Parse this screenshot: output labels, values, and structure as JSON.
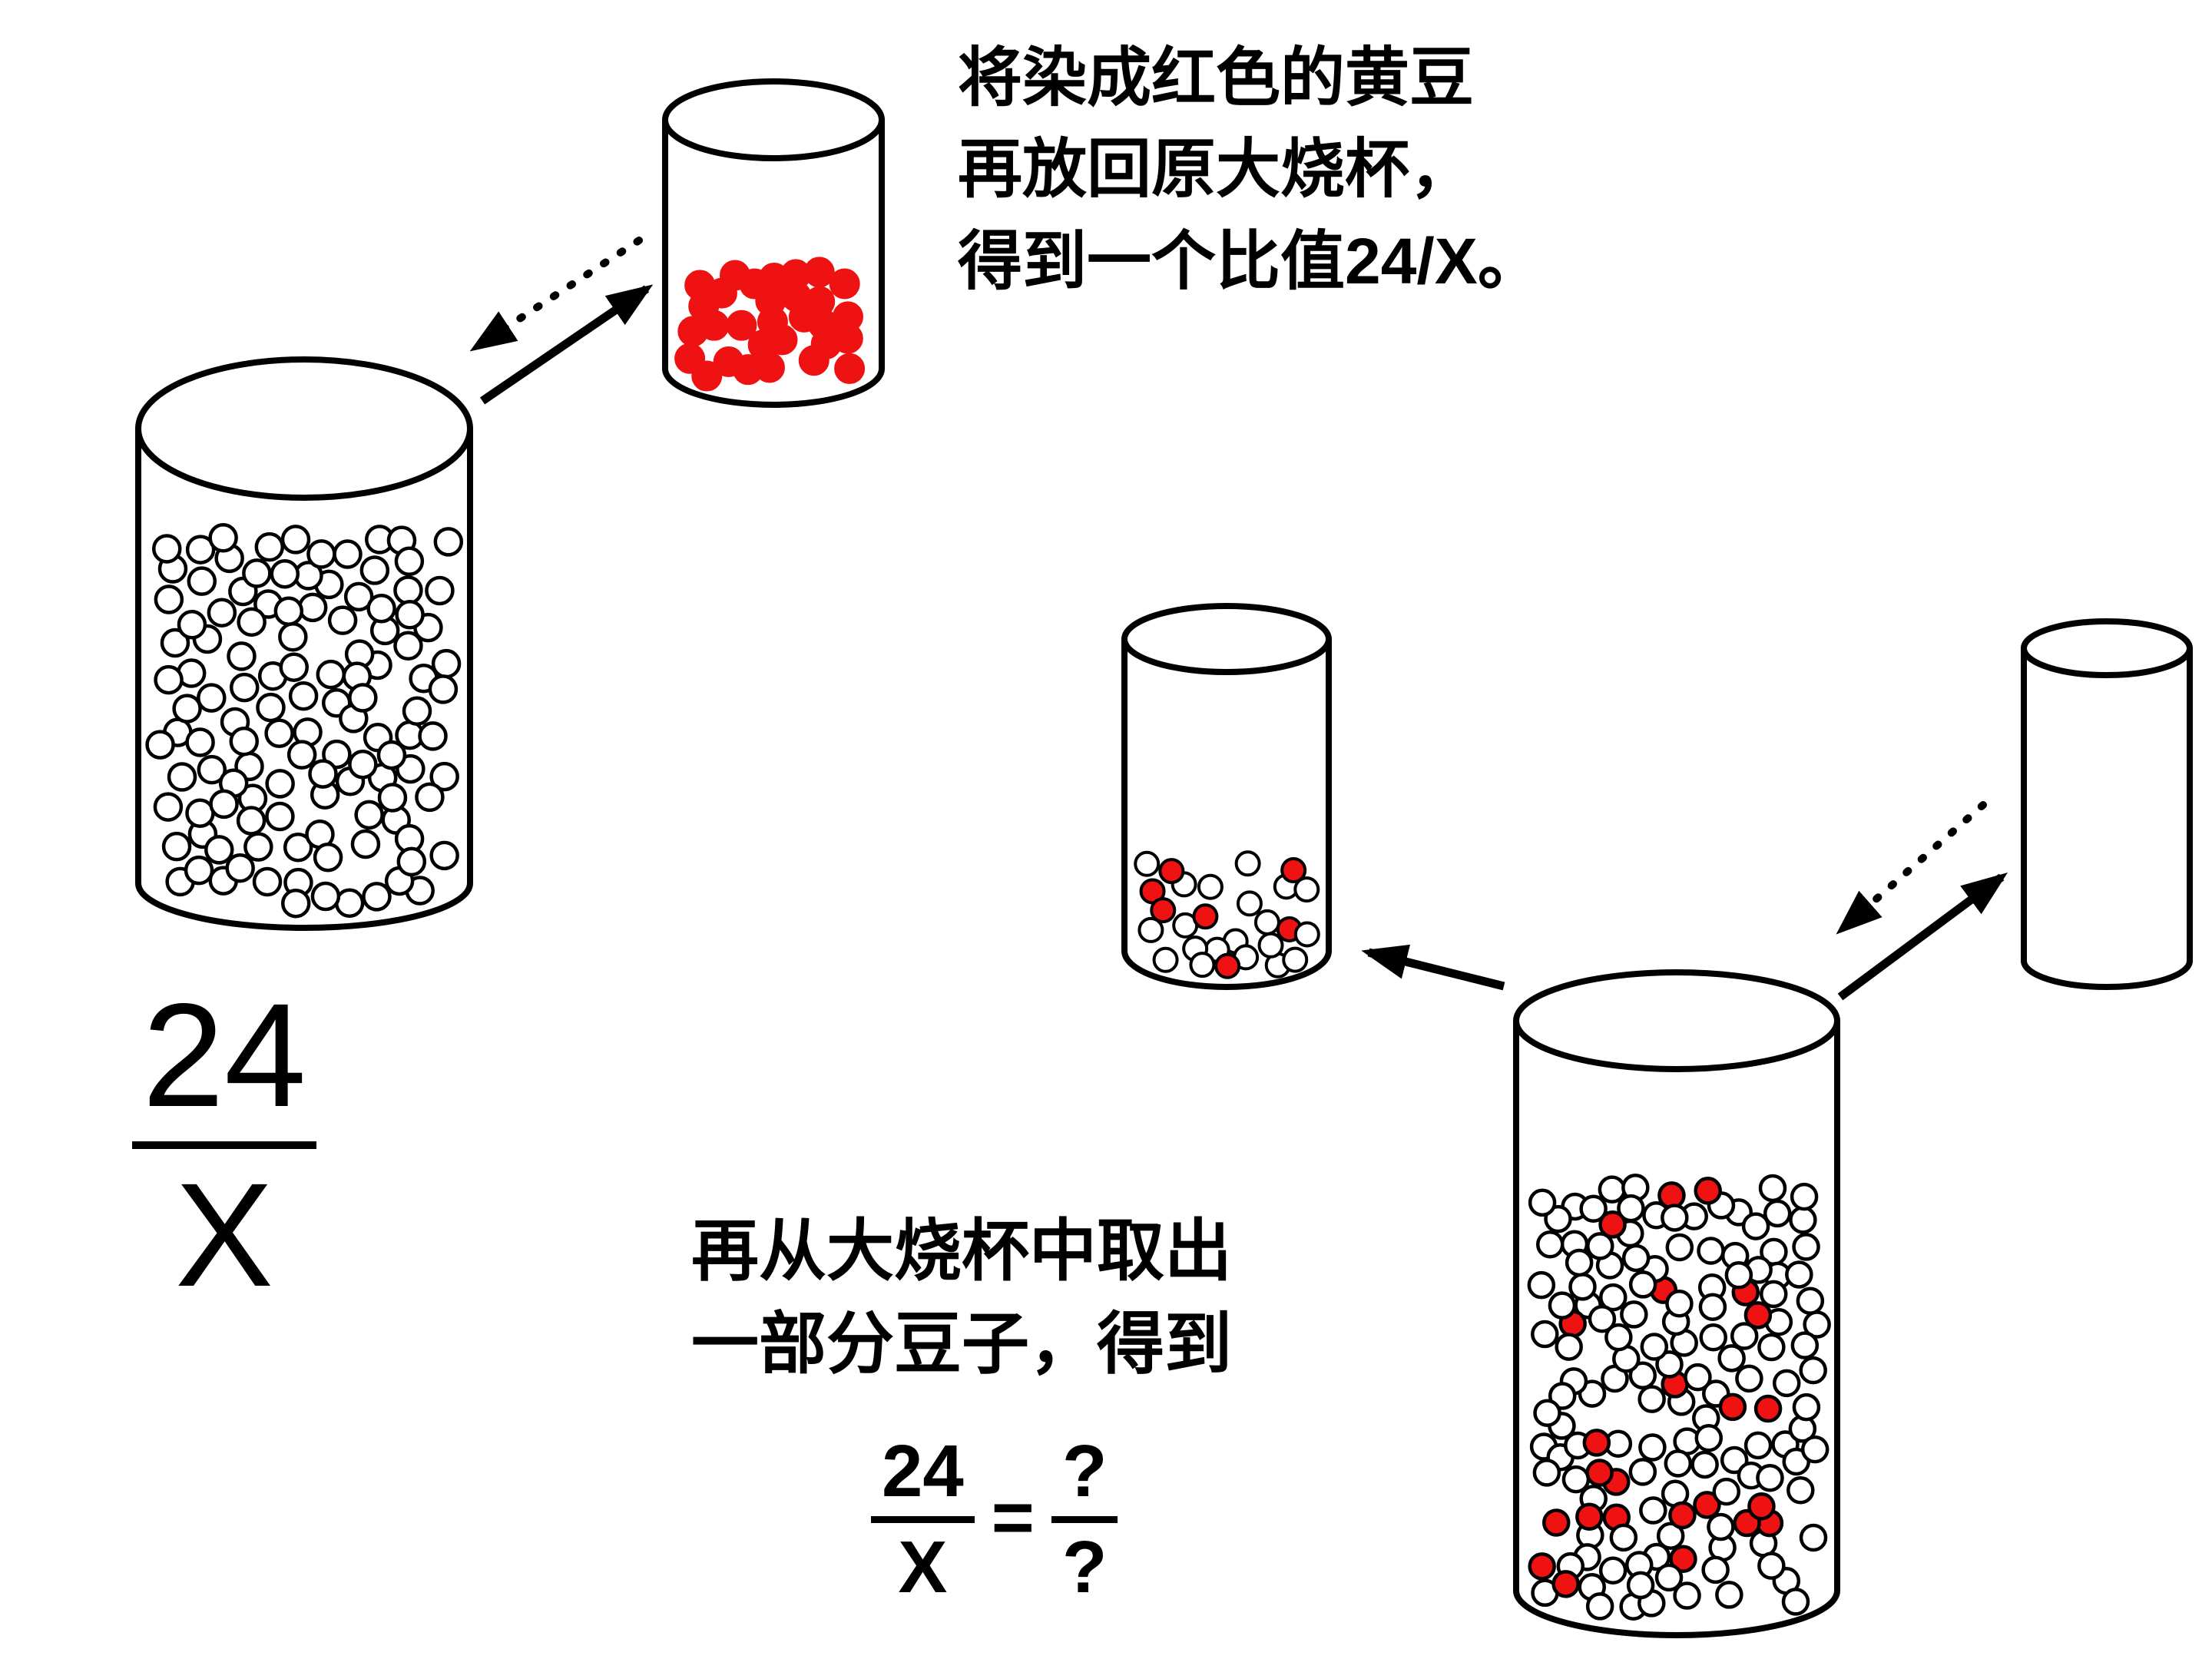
{
  "diagram": {
    "caption_top": {
      "lines": [
        "将染成红色的黄豆",
        "再放回原大烧杯，",
        "得到一个比值24/X。"
      ]
    },
    "caption_bottom": {
      "lines": [
        "再从大烧杯中取出",
        "一部分豆子，得到"
      ]
    },
    "big_fraction": {
      "numerator": "24",
      "denominator": "X"
    },
    "equation": {
      "left_numerator": "24",
      "left_denominator": "X",
      "equals": "=",
      "right_numerator": "?",
      "right_denominator": "?"
    },
    "colors": {
      "bean_red": "#ee1212",
      "bean_white": "#ffffff",
      "outline": "#000000"
    },
    "beakers": [
      {
        "id": "large-left",
        "description": "large beaker full of undyed beans",
        "white_beans": 118,
        "red_beans": 0
      },
      {
        "id": "small-red",
        "description": "small beaker of red-dyed beans",
        "white_beans": 0,
        "red_beans": 30
      },
      {
        "id": "small-mixed",
        "description": "small sample beaker with mixed beans",
        "white_beans": 20,
        "red_beans": 7
      },
      {
        "id": "large-right",
        "description": "large beaker with mixed red and white beans",
        "white_beans": 128,
        "red_beans": 24
      },
      {
        "id": "empty-cyl",
        "description": "empty cylinder",
        "white_beans": 0,
        "red_beans": 0
      }
    ]
  }
}
